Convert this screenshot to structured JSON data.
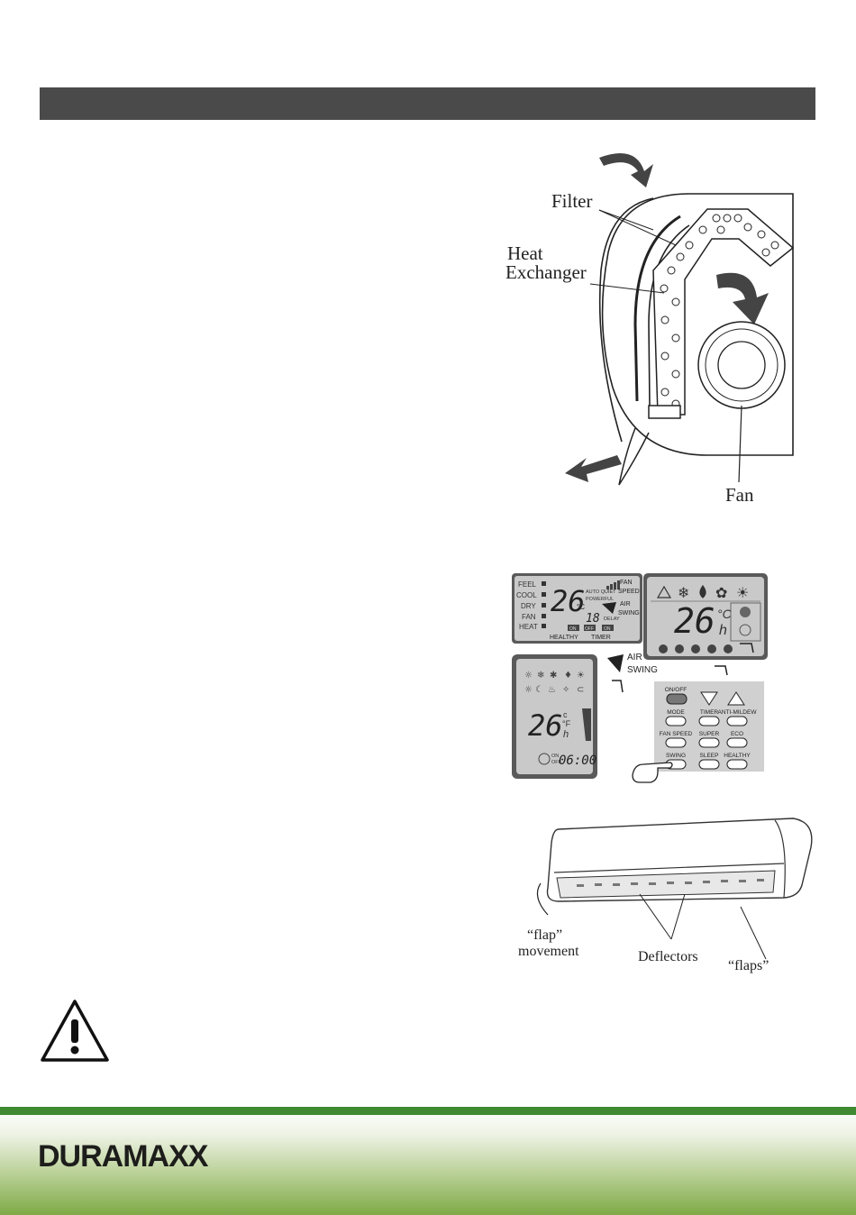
{
  "header": {
    "title": ""
  },
  "unit_diagram": {
    "filter_label": "Filter",
    "heat_label": "Heat",
    "exchanger_label": "Exchanger",
    "fan_label": "Fan"
  },
  "display1": {
    "modes": [
      "FEEL",
      "COOL",
      "DRY",
      "FAN",
      "HEAT"
    ],
    "temp": "26",
    "temp_unit": "°C",
    "auto_quiet": "AUTO QUIET",
    "powerful": "POWERFUL",
    "timer_value": "18",
    "delay": "DELAY",
    "fan_speed_1": "FAN",
    "fan_speed_2": "SPEED",
    "air_swing_1": "AIR",
    "air_swing_2": "SWING",
    "on": "ON",
    "off": "OFF",
    "healthy": "HEALTHY",
    "timer": "TIMER"
  },
  "air_swing_icon_label_1": "AIR",
  "air_swing_icon_label_2": "SWING",
  "display2": {
    "temp": "26",
    "unit_c": "°C",
    "unit_h": "h"
  },
  "display3": {
    "temp": "26",
    "unit_c": "c",
    "unit_f": "°F",
    "unit_h": "h",
    "time": "06:00",
    "on": "ON",
    "off": "OFF"
  },
  "remote": {
    "buttons": [
      {
        "label": "ON/OFF"
      },
      {
        "label": "MODE"
      },
      {
        "label": "TIMER"
      },
      {
        "label": "ANTI-MILDEW"
      },
      {
        "label": "FAN SPEED"
      },
      {
        "label": "SUPER"
      },
      {
        "label": "ECO"
      },
      {
        "label": "SWING"
      },
      {
        "label": "SLEEP"
      },
      {
        "label": "HEALTHY"
      }
    ]
  },
  "ac_unit": {
    "flap_label": "“flap”",
    "movement_label": "movement",
    "deflectors_label": "Deflectors",
    "flaps_label": "“flaps”"
  },
  "brand": {
    "name": "DURAMAXX"
  },
  "colors": {
    "header": "#4a4a4a",
    "footer_green": "#3f8a32",
    "lcd": "#c9c9c9"
  }
}
